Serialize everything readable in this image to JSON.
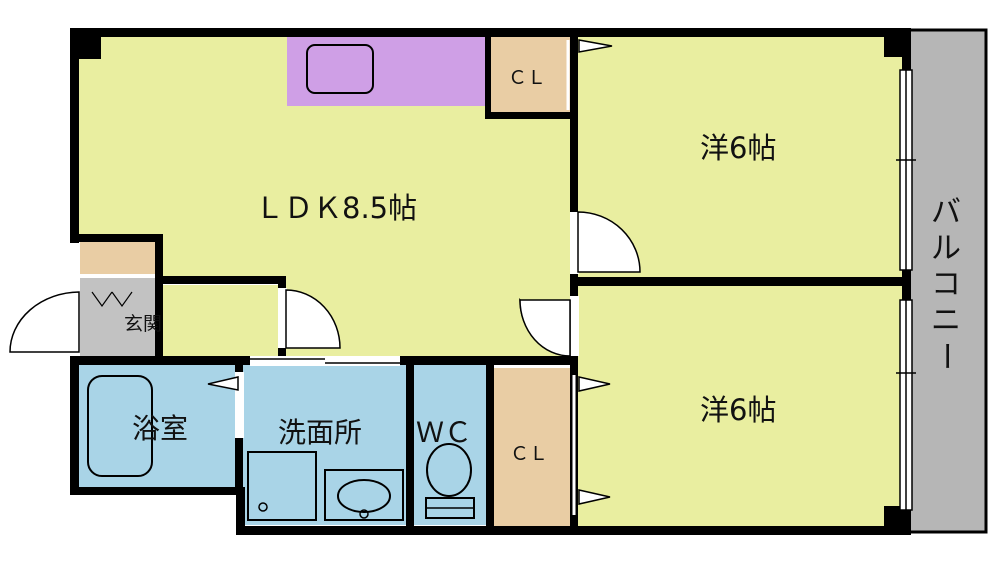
{
  "rooms": {
    "ldk": "ＬＤＫ8.5帖",
    "western_top": "洋6帖",
    "western_bottom": "洋6帖",
    "closet_top": "ＣＬ",
    "closet_bottom": "ＣＬ",
    "entrance": "玄関",
    "bath": "浴室",
    "washroom": "洗面所",
    "wc": "ＷＣ",
    "balcony": "バルコニー"
  },
  "colors": {
    "room_floor": "#e9eea0",
    "kitchen": "#cf9fe6",
    "closet": "#e9cda4",
    "water_area": "#a9d4e7",
    "balcony": "#b6b6b6",
    "entrance": "#c2c2c2",
    "wall": "#000000"
  }
}
